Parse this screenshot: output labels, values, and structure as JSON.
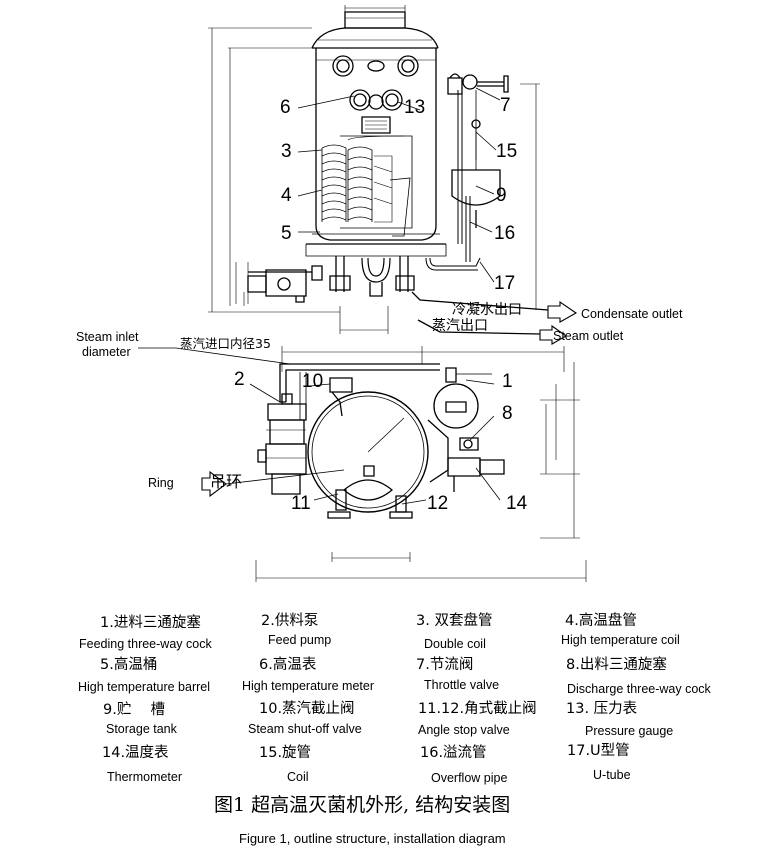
{
  "callouts": {
    "front": [
      "6",
      "13",
      "7",
      "3",
      "15",
      "4",
      "9",
      "5",
      "16",
      "17"
    ],
    "top": [
      "2",
      "10",
      "1",
      "8",
      "11",
      "12",
      "14"
    ]
  },
  "outlets": {
    "condensate_cn": "冷凝水出口",
    "condensate_en": "Condensate outlet",
    "steam_cn": "蒸汽出口",
    "steam_en": "Steam outlet"
  },
  "inlet": {
    "en_line1": "Steam inlet",
    "en_line2": "diameter",
    "cn": "蒸汽进口内径35"
  },
  "ring": {
    "en": "Ring",
    "cn": "吊环"
  },
  "legend": [
    {
      "cn": "1.进料三通旋塞",
      "en": "Feeding three-way cock"
    },
    {
      "cn": "2.供料泵",
      "en": "Feed pump"
    },
    {
      "cn": "3. 双套盘管",
      "en": "Double coil"
    },
    {
      "cn": "4.高温盘管",
      "en": "High temperature coil"
    },
    {
      "cn": "5.高温桶",
      "en": "High temperature barrel"
    },
    {
      "cn": "6.高温表",
      "en": "High temperature meter"
    },
    {
      "cn": "7.节流阀",
      "en": "Throttle valve"
    },
    {
      "cn": "8.出料三通旋塞",
      "en": "Discharge three-way cock"
    },
    {
      "cn": "9.贮　 槽",
      "en": "Storage tank"
    },
    {
      "cn": "10.蒸汽截止阀",
      "en": "Steam shut-off valve"
    },
    {
      "cn": "11.12.角式截止阀",
      "en": "Angle stop valve"
    },
    {
      "cn": "13. 压力表",
      "en": "Pressure gauge"
    },
    {
      "cn": "14.温度表",
      "en": "Thermometer"
    },
    {
      "cn": "15.旋管",
      "en": "Coil"
    },
    {
      "cn": "16.溢流管",
      "en": "Overflow pipe"
    },
    {
      "cn": "17.U型管",
      "en": "U-tube"
    }
  ],
  "figure": {
    "cn": "图1 超高温灭菌机外形, 结构安装图",
    "en": "Figure 1, outline structure, installation diagram"
  }
}
